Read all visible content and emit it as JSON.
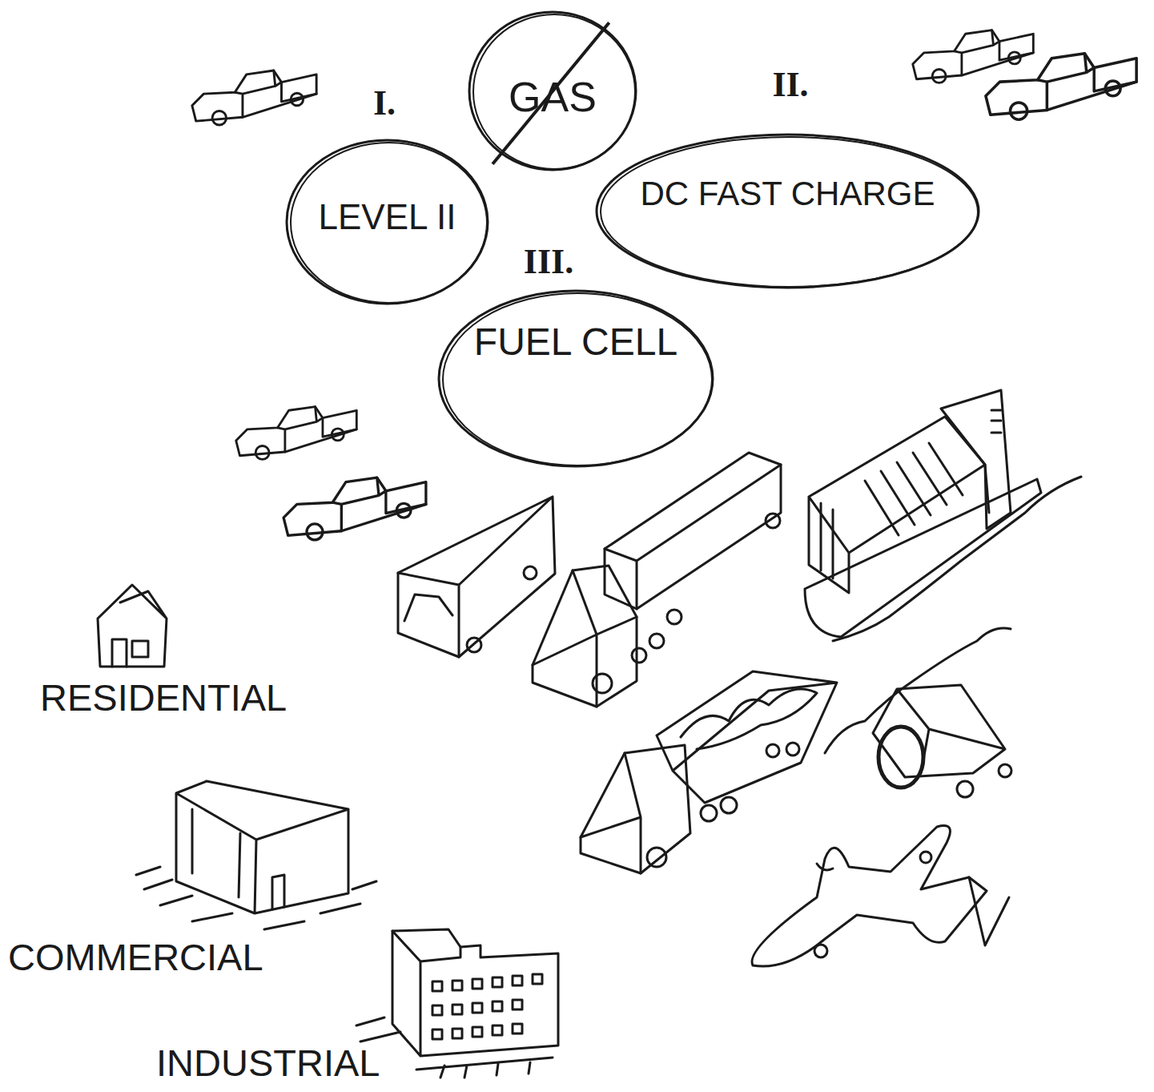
{
  "diagram": {
    "nodes": [
      {
        "text": [
          "GAS"
        ]
      },
      {
        "text": [
          "I.",
          "LEVEL II"
        ]
      },
      {
        "text": [
          "II.",
          "DC FAST CHARGE"
        ]
      },
      {
        "text": [
          "III.",
          "FUEL CELL"
        ]
      }
    ],
    "labels": [
      "RESIDENTIAL",
      "COMMERCIAL",
      "INDUSTRIAL"
    ]
  }
}
